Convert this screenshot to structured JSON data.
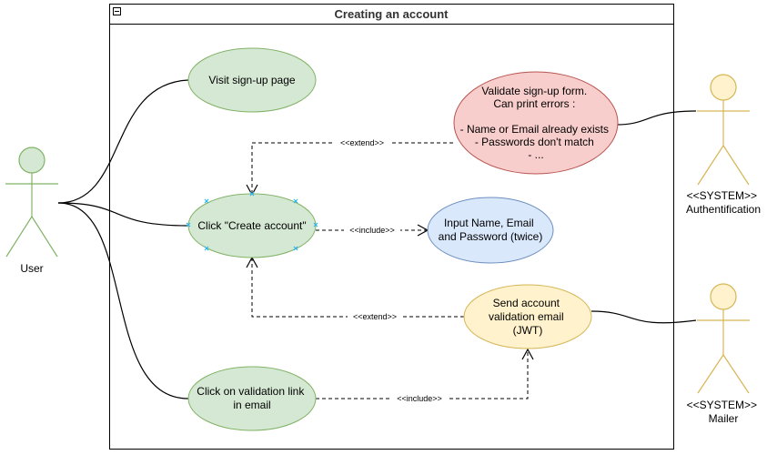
{
  "diagram": {
    "frame_title": "Creating an account",
    "colors": {
      "green_fill": "#d5e8d4",
      "green_stroke": "#82b366",
      "red_fill": "#f8cecc",
      "red_stroke": "#b85450",
      "blue_fill": "#dae8fc",
      "blue_stroke": "#6c8ebf",
      "yellow_fill": "#fff2cc",
      "yellow_stroke": "#d6b656",
      "selection_handle": "#29b6f2"
    },
    "actors": {
      "user": {
        "label": "User"
      },
      "auth": {
        "line1": "<<SYSTEM>>",
        "line2": "Authentification"
      },
      "mailer": {
        "line1": "<<SYSTEM>>",
        "line2": "Mailer"
      }
    },
    "usecases": {
      "visit": {
        "lines": [
          "Visit sign-up page"
        ]
      },
      "create": {
        "lines": [
          "Click \"Create account\""
        ]
      },
      "validate_form": {
        "lines": [
          "Validate sign-up form.",
          "Can print errors :",
          "",
          "- Name or Email already exists",
          "- Passwords don't match",
          "- ..."
        ]
      },
      "input": {
        "lines": [
          "Input Name, Email",
          "and Password (twice)"
        ]
      },
      "send_email": {
        "lines": [
          "Send account",
          "validation email",
          "(JWT)"
        ]
      },
      "click_link": {
        "lines": [
          "Click on validation link",
          "in email"
        ]
      }
    },
    "relations": {
      "extend_top": "<<extend>>",
      "include_mid": "<<include>>",
      "extend_bottom": "<<extend>>",
      "include_bottom": "<<include>>"
    }
  }
}
